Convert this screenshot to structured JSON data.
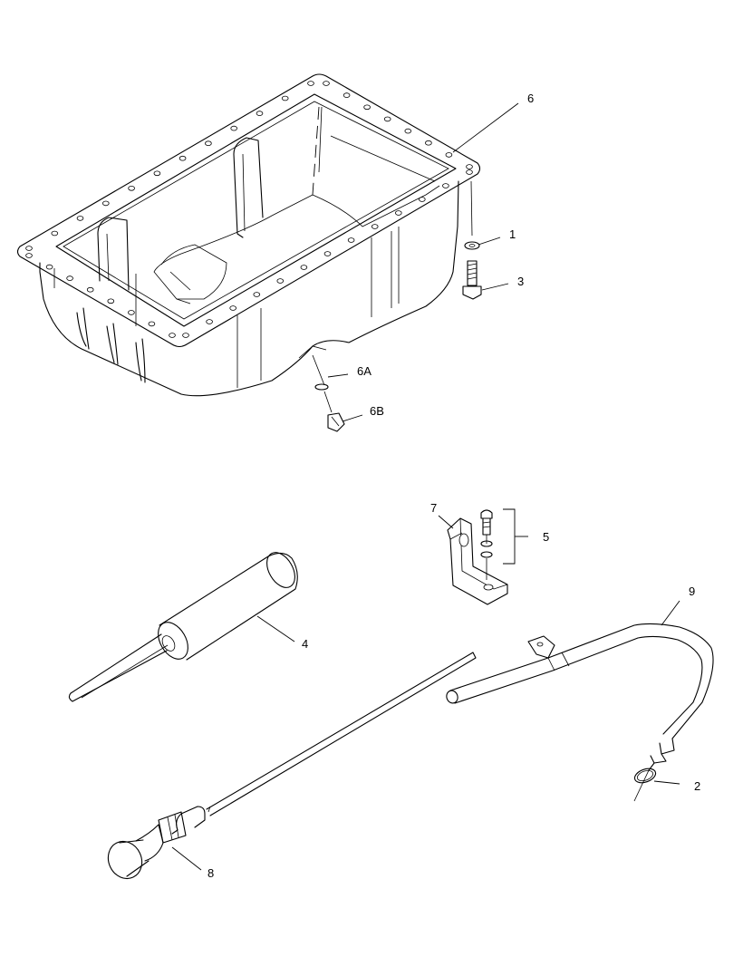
{
  "callouts": {
    "c1": "1",
    "c2": "2",
    "c3": "3",
    "c4": "4",
    "c5": "5",
    "c6": "6",
    "c6a": "6A",
    "c6b": "6B",
    "c7": "7",
    "c8": "8",
    "c9": "9"
  },
  "colors": {
    "line": "#000000",
    "background": "#ffffff"
  }
}
